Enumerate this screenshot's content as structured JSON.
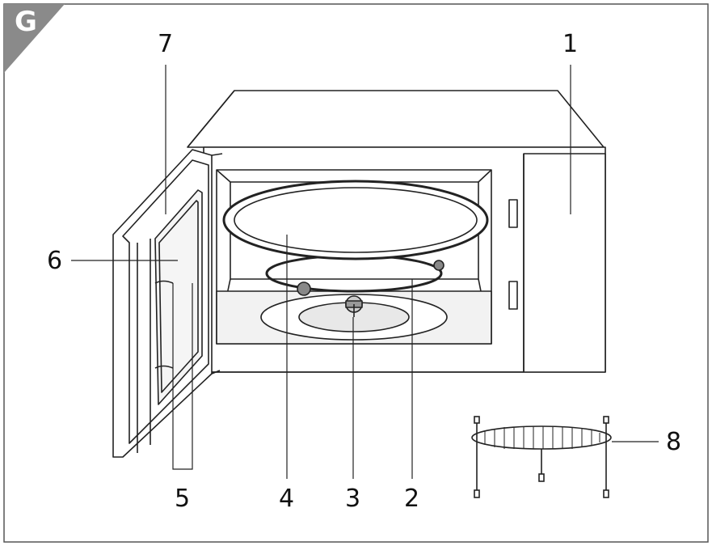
{
  "badge": {
    "letter": "G",
    "color": "#8a8a8a"
  },
  "callouts": {
    "c1": "1",
    "c2": "2",
    "c3": "3",
    "c4": "4",
    "c5": "5",
    "c6": "6",
    "c7": "7",
    "c8": "8"
  },
  "colors": {
    "line": "#222222",
    "fill_gray": "#cfcfcf",
    "fill_light": "#e6e6e6"
  }
}
